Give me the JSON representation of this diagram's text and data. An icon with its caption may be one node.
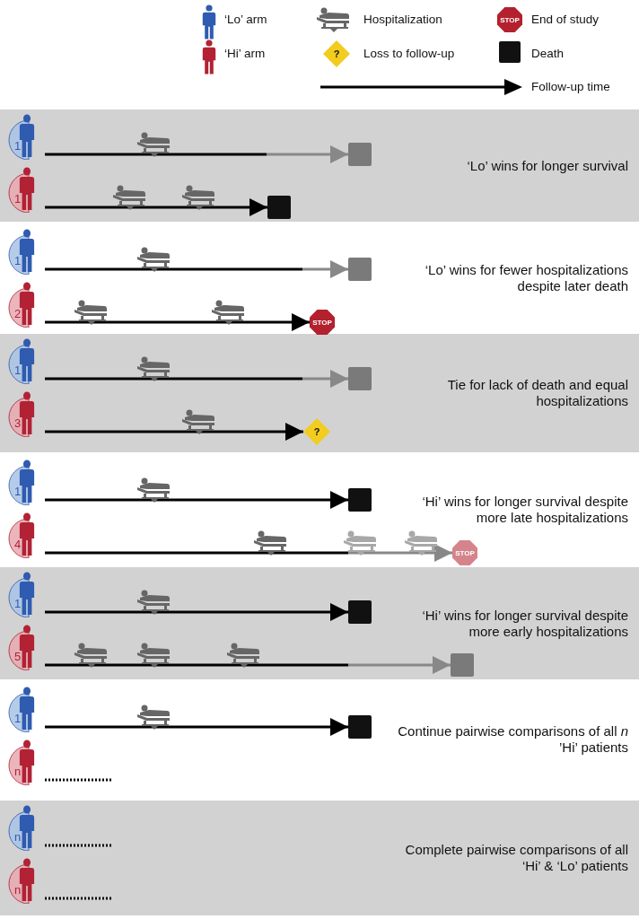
{
  "diagram": {
    "nodes": [
      {
        "text": [
          "STOP"
        ]
      },
      {
        "text": [
          "?"
        ]
      },
      {
        "text": [
          "‘Lo’ wins for longer survival"
        ]
      },
      {
        "text": [
          "1"
        ],
        "in": 2
      },
      {
        "text": [],
        "shape": "box",
        "in": 2
      },
      {
        "text": [
          "1"
        ],
        "in": 2
      },
      {
        "text": [],
        "shape": "box",
        "in": 2
      },
      {
        "text": [
          "‘Lo’ wins for fewer hospitalizations despite later death"
        ]
      },
      {
        "text": [
          "1"
        ],
        "in": 7
      },
      {
        "text": [],
        "shape": "box",
        "in": 7
      },
      {
        "text": [
          "2"
        ],
        "in": 7
      },
      {
        "text": [
          "STOP"
        ],
        "in": 7
      },
      {
        "text": [
          "Tie for lack of death and equal hospitalizations"
        ]
      },
      {
        "text": [
          "1"
        ],
        "in": 12
      },
      {
        "text": [],
        "shape": "box",
        "in": 12
      },
      {
        "text": [
          "3"
        ],
        "in": 12
      },
      {
        "text": [
          "?"
        ],
        "in": 12
      },
      {
        "text": [
          "‘Hi’ wins for longer survival despite more late hospitalizations"
        ]
      },
      {
        "text": [
          "1"
        ],
        "in": 17
      },
      {
        "text": [],
        "shape": "box",
        "in": 17
      },
      {
        "text": [
          "4"
        ],
        "in": 17
      },
      {
        "text": [
          "STOP"
        ],
        "in": 17
      },
      {
        "text": [
          "‘Hi’ wins for longer survival despite more early hospitalizations"
        ]
      },
      {
        "text": [
          "1"
        ],
        "in": 22
      },
      {
        "text": [],
        "shape": "box",
        "in": 22
      },
      {
        "text": [
          "5"
        ],
        "in": 22
      },
      {
        "text": [],
        "shape": "box",
        "in": 22
      },
      {
        "text": [
          "Continue pairwise comparisons of all *n* ’Hi’ patients"
        ]
      },
      {
        "text": [
          "1"
        ],
        "in": 27
      },
      {
        "text": [],
        "shape": "box",
        "in": 27
      },
      {
        "text": [
          "n"
        ],
        "in": 27
      },
      {
        "text": [
          "Complete pairwise comparisons of all ‘Hi’ & ‘Lo’ patients"
        ]
      },
      {
        "text": [
          "n"
        ],
        "in": 31
      },
      {
        "text": [
          "n"
        ],
        "in": 31
      }
    ],
    "edges": [
      {
        "from": 3,
        "to": 4,
        "arrow": "to"
      },
      {
        "from": 5,
        "to": 6,
        "arrow": "to"
      },
      {
        "from": 8,
        "to": 9,
        "arrow": "to"
      },
      {
        "from": 10,
        "to": 11,
        "arrow": "to"
      },
      {
        "from": 13,
        "to": 14,
        "arrow": "to"
      },
      {
        "from": 15,
        "to": 16,
        "arrow": "to"
      },
      {
        "from": 18,
        "to": 19,
        "arrow": "to"
      },
      {
        "from": 20,
        "to": 21,
        "arrow": "to"
      },
      {
        "from": 23,
        "to": 24,
        "arrow": "to"
      },
      {
        "from": 25,
        "to": 26,
        "arrow": "to"
      },
      {
        "from": 28,
        "to": 29,
        "arrow": "to"
      },
      {
        "from": 30,
        "to": null,
        "arrow": "none",
        "style": "dashed"
      },
      {
        "from": 32,
        "to": null,
        "arrow": "none",
        "style": "dashed"
      },
      {
        "from": 33,
        "to": null,
        "arrow": "none",
        "style": "dashed"
      }
    ],
    "legend": [
      {
        "text": "‘Lo’ arm"
      },
      {
        "text": "Hospitalization"
      },
      {
        "text": "End of study"
      },
      {
        "text": "‘Hi’ arm"
      },
      {
        "text": "Loss to follow-up"
      },
      {
        "text": "Death",
        "color": "#111111"
      },
      {
        "text": "Follow-up time"
      }
    ]
  }
}
